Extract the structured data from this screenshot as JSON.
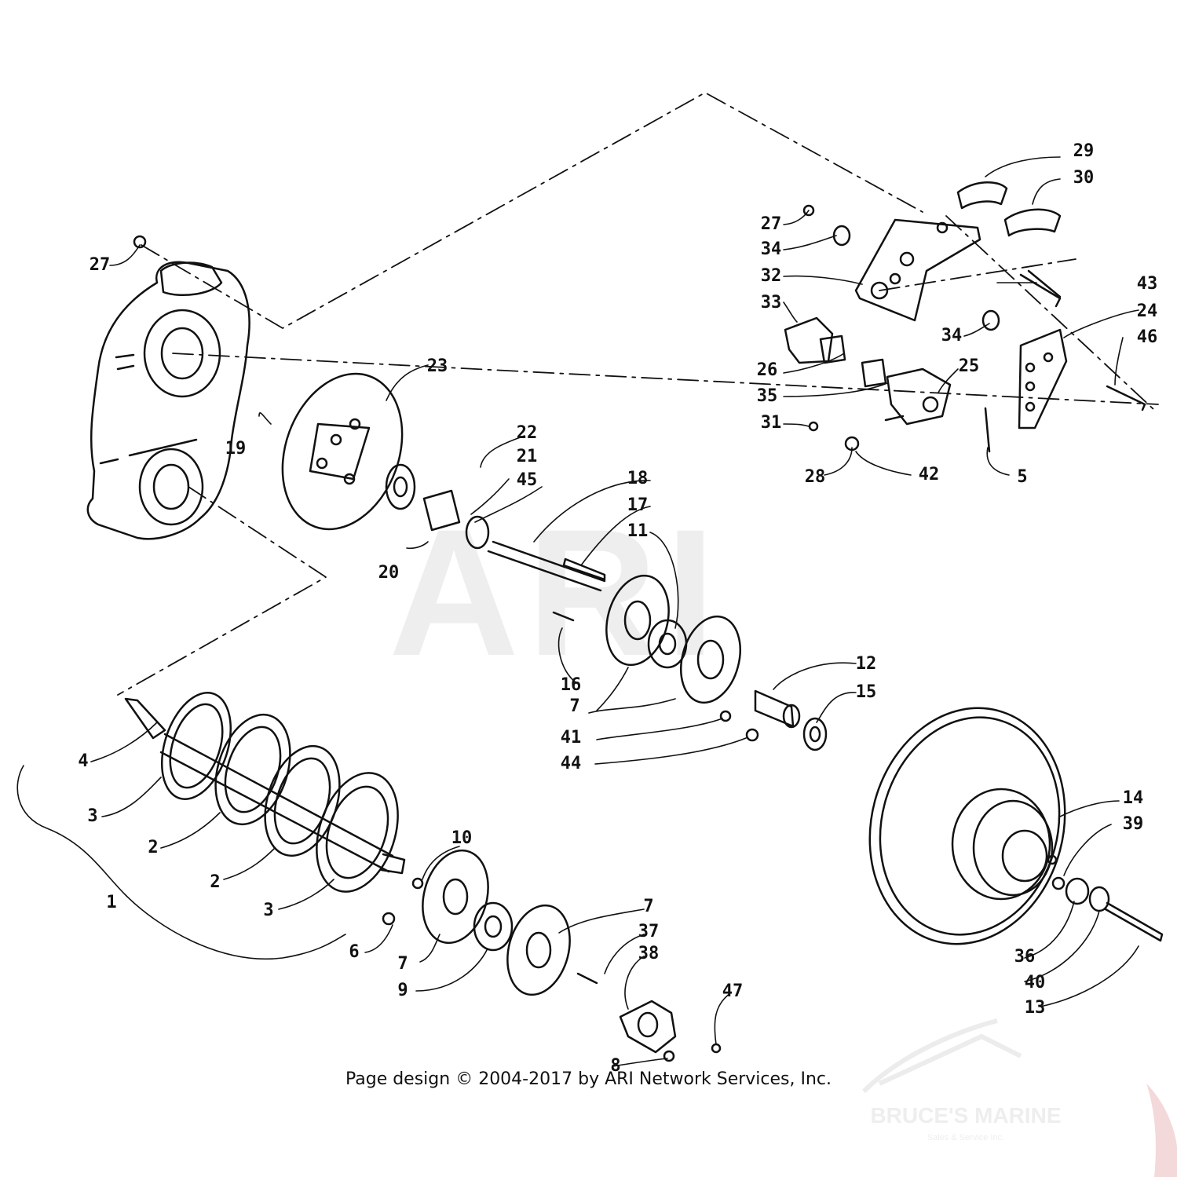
{
  "watermark": "ARI",
  "copyright": "Page design © 2004-2017 by ARI Network Services, Inc.",
  "dealer": {
    "name": "BRUCE'S MARINE",
    "tagline": "Sales & Service Inc."
  },
  "callouts": [
    {
      "label": "1"
    },
    {
      "label": "2"
    },
    {
      "label": "2"
    },
    {
      "label": "3"
    },
    {
      "label": "3"
    },
    {
      "label": "4"
    },
    {
      "label": "5"
    },
    {
      "label": "6"
    },
    {
      "label": "7"
    },
    {
      "label": "7"
    },
    {
      "label": "7"
    },
    {
      "label": "8"
    },
    {
      "label": "9"
    },
    {
      "label": "10"
    },
    {
      "label": "11"
    },
    {
      "label": "12"
    },
    {
      "label": "13"
    },
    {
      "label": "14"
    },
    {
      "label": "15"
    },
    {
      "label": "16"
    },
    {
      "label": "17"
    },
    {
      "label": "18"
    },
    {
      "label": "19"
    },
    {
      "label": "20"
    },
    {
      "label": "21"
    },
    {
      "label": "22"
    },
    {
      "label": "23"
    },
    {
      "label": "24"
    },
    {
      "label": "25"
    },
    {
      "label": "26"
    },
    {
      "label": "27"
    },
    {
      "label": "27"
    },
    {
      "label": "28"
    },
    {
      "label": "29"
    },
    {
      "label": "30"
    },
    {
      "label": "31"
    },
    {
      "label": "32"
    },
    {
      "label": "33"
    },
    {
      "label": "34"
    },
    {
      "label": "34"
    },
    {
      "label": "35"
    },
    {
      "label": "36"
    },
    {
      "label": "37"
    },
    {
      "label": "38"
    },
    {
      "label": "39"
    },
    {
      "label": "40"
    },
    {
      "label": "41"
    },
    {
      "label": "42"
    },
    {
      "label": "43"
    },
    {
      "label": "44"
    },
    {
      "label": "45"
    },
    {
      "label": "46"
    },
    {
      "label": "47"
    }
  ]
}
